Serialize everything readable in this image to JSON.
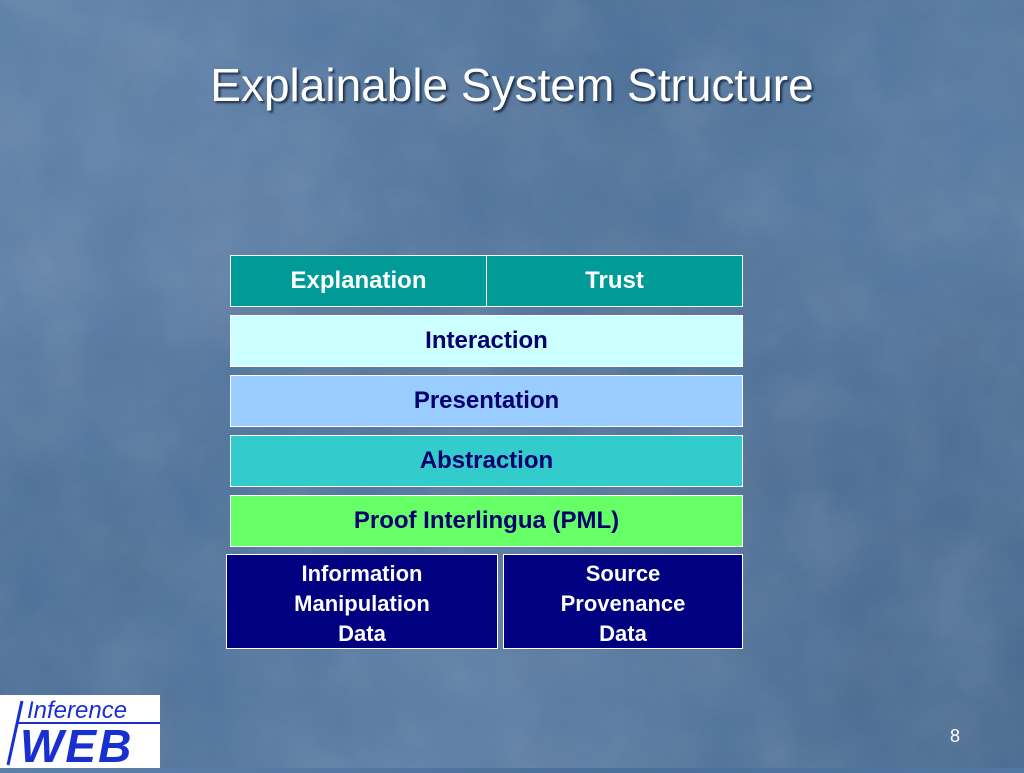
{
  "slide": {
    "title": "Explainable System Structure",
    "page_number": "8"
  },
  "diagram": {
    "top_row": [
      "Explanation",
      "Trust"
    ],
    "layers": [
      {
        "label": "Interaction",
        "fill": "#ccffff"
      },
      {
        "label": "Presentation",
        "fill": "#99ccff"
      },
      {
        "label": "Abstraction",
        "fill": "#33cccc"
      },
      {
        "label": "Proof Interlingua (PML)",
        "fill": "#66ff66"
      }
    ],
    "bottom_row": [
      {
        "lines": [
          "Information",
          "Manipulation",
          "Data"
        ]
      },
      {
        "lines": [
          "Source",
          "Provenance",
          "Data"
        ]
      }
    ],
    "colors": {
      "top_row_fill": "#009a97",
      "bottom_row_fill": "#000080",
      "layer_text": "#00006e"
    }
  },
  "logo": {
    "line1": "Inference",
    "line2": "WEB",
    "color": "#1a2fd0"
  }
}
